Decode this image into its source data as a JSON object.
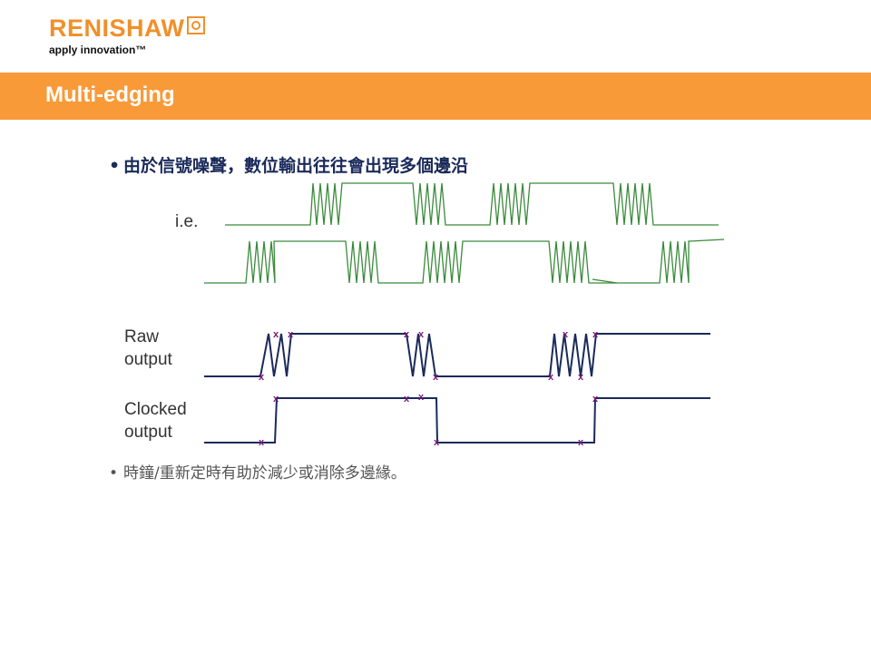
{
  "logo": {
    "name": "RENISHAW",
    "tagline": "apply innovation™"
  },
  "banner": {
    "title": "Multi-edging"
  },
  "bullets": {
    "b1": "由於信號噪聲，數位輸出往往會出現多個邊沿",
    "b2": "時鐘/重新定時有助於減少或消除多邊緣。"
  },
  "labels": {
    "ie": "i.e.",
    "raw_line1": "Raw",
    "raw_line2": "output",
    "clocked_line1": "Clocked",
    "clocked_line2": "output"
  },
  "colors": {
    "brand_orange": "#f99a38",
    "noise_signal": "#3a8a3a",
    "digital_signal": "#1a2a5a",
    "marker": "#7a1a7a"
  }
}
